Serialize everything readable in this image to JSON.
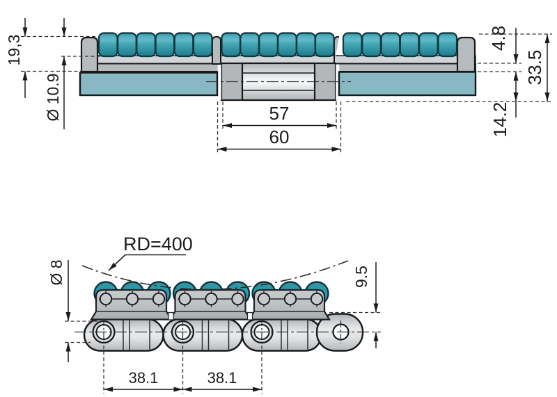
{
  "drawing_type": "technical-drawing-conveyor-chain",
  "top_view": {
    "dim_height_left": "19,3",
    "dim_roller_diameter": "Ø 10.9",
    "dim_inner_width": "57",
    "dim_outer_width": "60",
    "dim_roller_protrusion": "4.8",
    "dim_total_height": "33.5",
    "dim_lower_height": "14.2"
  },
  "bottom_view": {
    "dim_bend_radius": "RD=400",
    "dim_hole_diameter": "Ø 8",
    "dim_top_offset": "9.5",
    "dim_pitch_1": "38.1",
    "dim_pitch_2": "38.1"
  },
  "colors": {
    "roller_teal": "#3fa2b1",
    "pad_teal": "#87b8c4",
    "metal_gray": "#b7bbbe",
    "outline": "#1a1a1a",
    "dimension": "#1c1c1c"
  }
}
